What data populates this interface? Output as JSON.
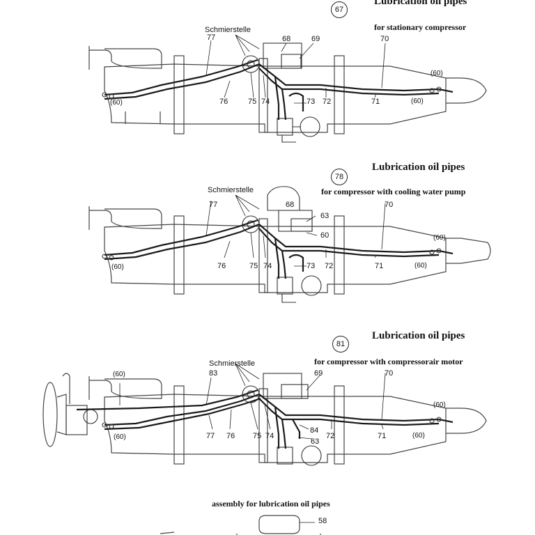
{
  "panels": [
    {
      "fig": "67",
      "title": "Lubrication oil pipes",
      "subtitle": "for stationary compressor",
      "labels": {
        "schmier": "Schmierstelle",
        "l77": "77",
        "l68": "68",
        "l69": "69",
        "l70": "70",
        "l76": "76",
        "l75": "75",
        "l74": "74",
        "l73": "73",
        "l72": "72",
        "l71": "71",
        "l60a": "(60)",
        "l60b": "(60)",
        "l60c": "(60)"
      }
    },
    {
      "fig": "78",
      "title": "Lubrication oil pipes",
      "subtitle": "for compressor with cooling water pump",
      "labels": {
        "schmier": "Schmierstelle",
        "l77": "77",
        "l68": "68",
        "l63": "63",
        "l60m": "60",
        "l70": "70",
        "l76": "76",
        "l75": "75",
        "l74": "74",
        "l73": "73",
        "l72": "72",
        "l71": "71",
        "l60a": "(60)",
        "l60b": "(60)",
        "l60c": "(60)"
      }
    },
    {
      "fig": "81",
      "title": "Lubrication oil pipes",
      "subtitle": "for compressor with compressorair motor",
      "labels": {
        "schmier": "Schmierstelle",
        "l83": "83",
        "l69": "69",
        "l70": "70",
        "l77": "77",
        "l76": "76",
        "l75": "75",
        "l74": "74",
        "l84": "84",
        "l63": "63",
        "l72": "72",
        "l71": "71",
        "l60a": "(60)",
        "l60b": "(60)",
        "l60c": "(60)",
        "l60d": "(60)"
      }
    }
  ],
  "assembly": {
    "title": "assembly for lubrication oil pipes",
    "l58": "58"
  }
}
